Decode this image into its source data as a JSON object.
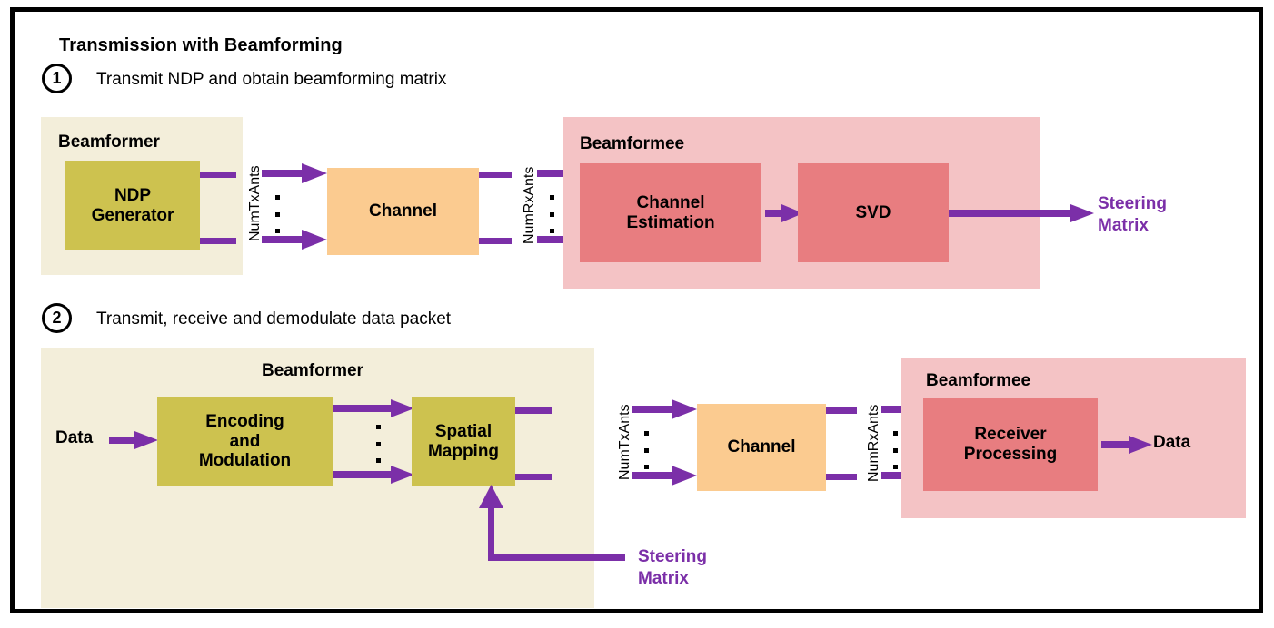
{
  "figure": {
    "title": "Transmission with Beamforming",
    "border_color": "#000000",
    "background": "#ffffff"
  },
  "palette": {
    "olive_block": "#cdc24f",
    "orange_block": "#fbcb90",
    "red_block": "#e87d80",
    "pink_panel": "#f4c3c5",
    "beige_panel": "#f3eeda",
    "arrow_purple": "#7b2fa8",
    "text_black": "#000000"
  },
  "steps": [
    {
      "number": "1",
      "caption": "Transmit NDP and obtain beamforming matrix"
    },
    {
      "number": "2",
      "caption": "Transmit, receive and demodulate data packet"
    }
  ],
  "row1": {
    "beamformer_panel": {
      "label": "Beamformer"
    },
    "beamformee_panel": {
      "label": "Beamformee"
    },
    "blocks": [
      {
        "id": "ndp-generator",
        "line1": "NDP",
        "line2": "Generator",
        "color": "#cdc24f"
      },
      {
        "id": "channel",
        "line1": "Channel",
        "line2": "",
        "color": "#fbcb90"
      },
      {
        "id": "channel-estimation",
        "line1": "Channel",
        "line2": "Estimation",
        "color": "#e87d80"
      },
      {
        "id": "svd",
        "line1": "SVD",
        "line2": "",
        "color": "#e87d80"
      }
    ],
    "bus_labels": [
      {
        "id": "tx",
        "text": "NumTxAnts"
      },
      {
        "id": "rx",
        "text": "NumRxAnts"
      }
    ],
    "output": {
      "line1": "Steering",
      "line2": "Matrix"
    }
  },
  "row2": {
    "beamformer_panel": {
      "label": "Beamformer"
    },
    "beamformee_panel": {
      "label": "Beamformee"
    },
    "input_label": "Data",
    "output_label": "Data",
    "blocks": [
      {
        "id": "encoding-modulation",
        "line1": "Encoding",
        "line2": "and",
        "line3": "Modulation",
        "color": "#cdc24f"
      },
      {
        "id": "spatial-mapping",
        "line1": "Spatial",
        "line2": "Mapping",
        "color": "#cdc24f"
      },
      {
        "id": "channel",
        "line1": "Channel",
        "line2": "",
        "color": "#fbcb90"
      },
      {
        "id": "receiver-processing",
        "line1": "Receiver",
        "line2": "Processing",
        "color": "#e87d80"
      }
    ],
    "bus_labels": [
      {
        "id": "tx",
        "text": "NumTxAnts"
      },
      {
        "id": "rx",
        "text": "NumRxAnts"
      }
    ],
    "feedback": {
      "line1": "Steering",
      "line2": "Matrix"
    }
  }
}
